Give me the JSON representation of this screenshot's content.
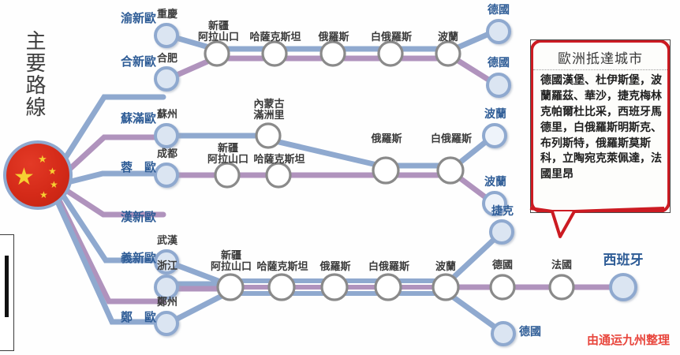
{
  "title": "主要路線",
  "origin": {
    "name": "china-flag",
    "label": ""
  },
  "routes": [
    {
      "id": "yuxinou",
      "label": "渝新歐",
      "origin_city": "重慶"
    },
    {
      "id": "hexinou",
      "label": "合新歐",
      "origin_city": "合肥"
    },
    {
      "id": "sumanou",
      "label": "蘇滿歐",
      "origin_city": "蘇州"
    },
    {
      "id": "rongou",
      "label": "蓉　歐",
      "origin_city": "成都"
    },
    {
      "id": "hanxinou",
      "label": "漢新歐",
      "origin_city": "武漢"
    },
    {
      "id": "yixinou",
      "label": "義新歐",
      "origin_city": "浙江"
    },
    {
      "id": "zhengou",
      "label": "鄭　歐",
      "origin_city": "鄭州"
    }
  ],
  "stations": {
    "alashankou": "新疆\n阿拉山口",
    "alashankou_l1": "新疆",
    "alashankou_l2": "阿拉山口",
    "manzhouli_l1": "內蒙古",
    "manzhouli_l2": "滿洲里",
    "kazakhstan": "哈薩克斯坦",
    "russia": "俄羅斯",
    "belarus": "白俄羅斯",
    "poland": "波蘭",
    "germany": "德國",
    "czech": "捷克",
    "france": "法國",
    "spain": "西班牙"
  },
  "callout": {
    "heading": "歐洲抵達城市",
    "text": "德國漢堡、杜伊斯堡，波蘭羅茲、華沙，捷克梅林克帕爾杜比采，西班牙馬德里，白俄羅斯明斯克、布列斯特，俄羅斯莫斯科，立陶宛克萊佩達，法國里昂",
    "border_color": "#cc1b22"
  },
  "attribution": "由通运九州整理",
  "colors": {
    "line_blue": "#8fa9cf",
    "line_purple": "#b093bd",
    "node_stroke_grey": "#8a8a8a",
    "node_stroke_blue": "#8fa9cf",
    "node_fill_blue": "#dbe5f2",
    "label_blue": "#2e5c96",
    "flag_red": "#d42a18",
    "flag_star": "#f6d032",
    "attribution_red": "#e8453c"
  }
}
